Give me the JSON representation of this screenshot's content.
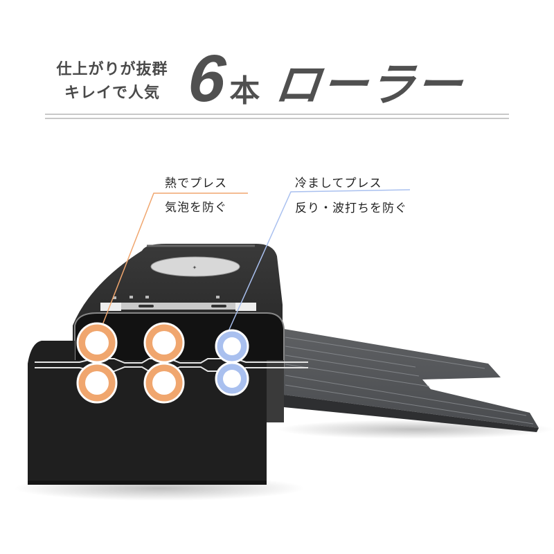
{
  "headline": {
    "tagline_line1": "仕上がりが抜群",
    "tagline_line2": "キレイで人気",
    "count_number": "6",
    "count_unit": "本",
    "product_term": "ローラー"
  },
  "callouts": {
    "heat": {
      "title": "熱でプレス",
      "benefit": "気泡を防ぐ",
      "color": "#f0a66e"
    },
    "cool": {
      "title": "冷ましてプレス",
      "benefit": "反り・波打ちを防ぐ",
      "color": "#a9c0ef"
    }
  },
  "rollers": {
    "heat_count": 4,
    "cool_count": 2,
    "heat_color": "#f0a66e",
    "cool_color": "#a9c0ef"
  },
  "colors": {
    "headline_text": "#505050",
    "divider": "#c8c8c8",
    "machine_body": "#222222",
    "tray": "#55575a"
  }
}
